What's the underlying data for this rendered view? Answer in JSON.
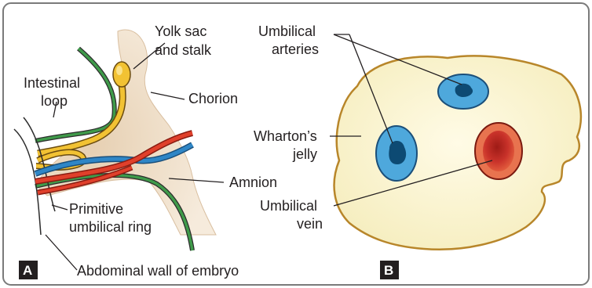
{
  "panels": {
    "a": {
      "letter": "A",
      "labels": {
        "yolk_sac_line1": "Yolk sac",
        "yolk_sac_line2": "and stalk",
        "intestinal_loop_line1": "Intestinal",
        "intestinal_loop_line2": "loop",
        "chorion": "Chorion",
        "amnion": "Amnion",
        "primitive_ring_line1": "Primitive",
        "primitive_ring_line2": "umbilical ring",
        "abdominal_wall": "Abdominal wall of embryo"
      }
    },
    "b": {
      "letter": "B",
      "labels": {
        "arteries_line1": "Umbilical",
        "arteries_line2": "arteries",
        "whartons_line1": "Wharton’s",
        "whartons_line2": "jelly",
        "vein_line1": "Umbilical",
        "vein_line2": "vein"
      }
    }
  },
  "colors": {
    "frame": "#7a7a7a",
    "chorion_tissue": "#ead9c2",
    "yolk": "#f2c233",
    "artery_blue": "#2f86c6",
    "vein_red": "#e0402b",
    "amnion_green": "#3f9a4a",
    "cord_jelly": "#fbf6d3",
    "cord_outline": "#b8862a"
  }
}
